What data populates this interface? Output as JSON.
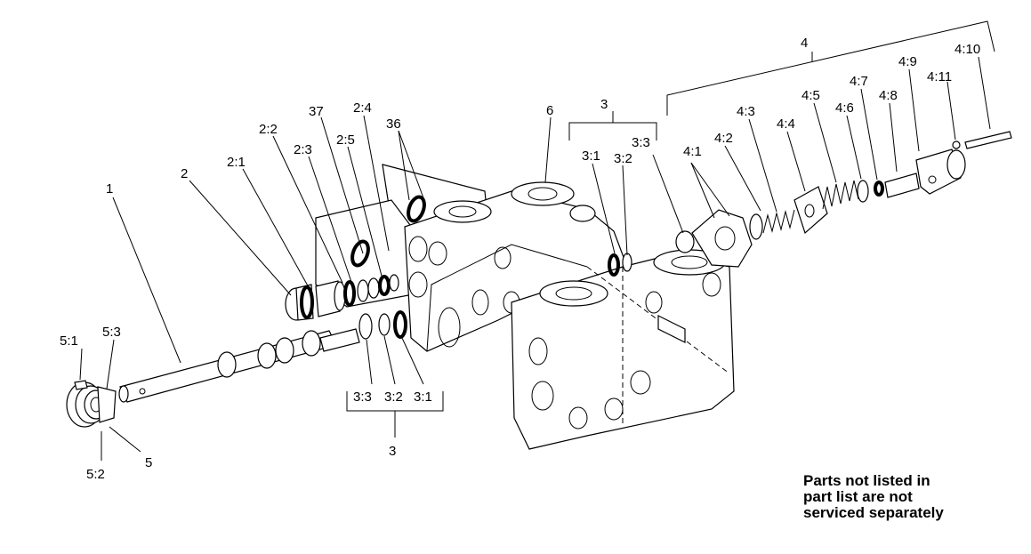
{
  "labels": {
    "p1": "1",
    "p2": "2",
    "p2_1": "2:1",
    "p2_2": "2:2",
    "p2_3": "2:3",
    "p2_4": "2:4",
    "p2_5": "2:5",
    "p37": "37",
    "p36": "36",
    "p6": "6",
    "p3_top": "3",
    "p3_1_top": "3:1",
    "p3_2_top": "3:2",
    "p3_3_top": "3:3",
    "p4": "4",
    "p4_1": "4:1",
    "p4_2": "4:2",
    "p4_3": "4:3",
    "p4_4": "4:4",
    "p4_5": "4:5",
    "p4_6": "4:6",
    "p4_7": "4:7",
    "p4_8": "4:8",
    "p4_9": "4:9",
    "p4_10": "4:10",
    "p4_11": "4:11",
    "p5": "5",
    "p5_1": "5:1",
    "p5_2": "5:2",
    "p5_3": "5:3",
    "p3_3_bot": "3:3",
    "p3_2_bot": "3:2",
    "p3_1_bot": "3:1",
    "p3_bot": "3"
  },
  "note": {
    "line1": "Parts not listed in",
    "line2": "part list are not",
    "line3": "serviced separately"
  }
}
